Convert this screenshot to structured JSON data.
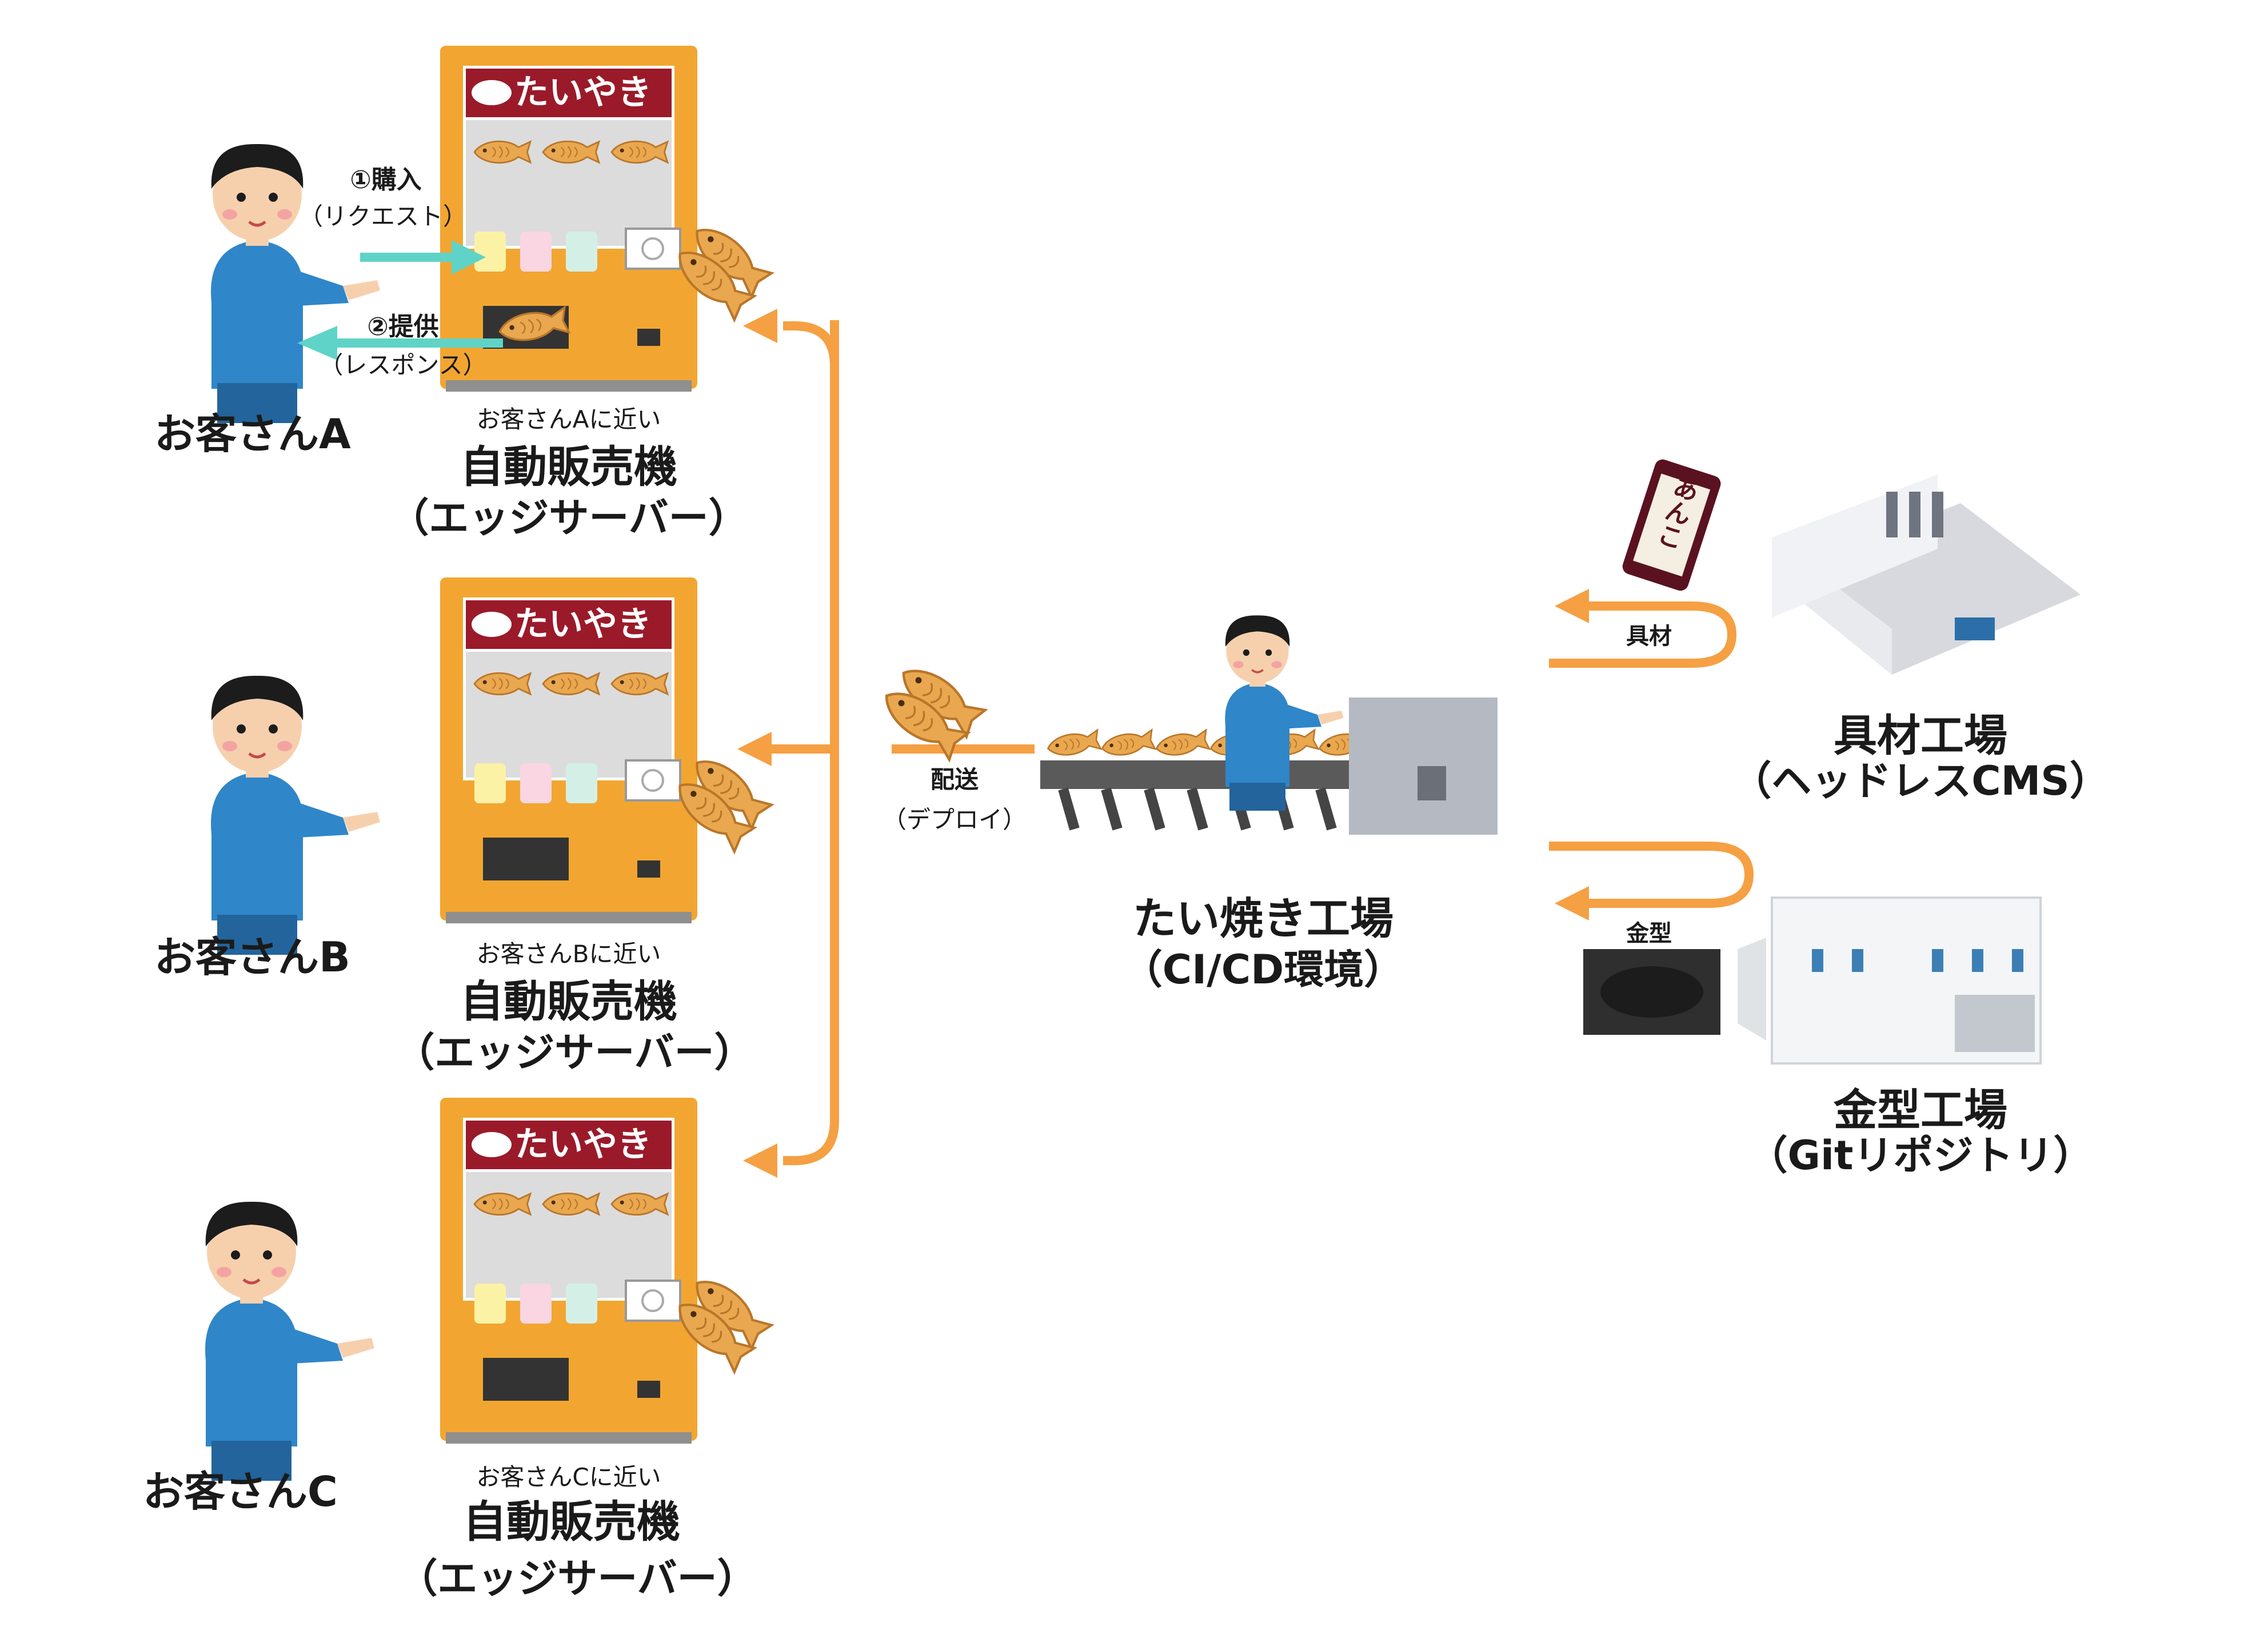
{
  "customers": [
    {
      "name": "お客さんA"
    },
    {
      "name": "お客さんB"
    },
    {
      "name": "お客さんC"
    }
  ],
  "vending_machines": [
    {
      "sign": "たいやき",
      "near_label": "お客さんAに近い",
      "title": "自動販売機",
      "subtitle": "（エッジサーバー）"
    },
    {
      "sign": "たいやき",
      "near_label": "お客さんBに近い",
      "title": "自動販売機",
      "subtitle": "（エッジサーバー）"
    },
    {
      "sign": "たいやき",
      "near_label": "お客さんCに近い",
      "title": "自動販売機",
      "subtitle": "（エッジサーバー）"
    }
  ],
  "flows": {
    "purchase": {
      "label": "①購入",
      "sub": "（リクエスト）"
    },
    "provide": {
      "label": "②提供",
      "sub": "（レスポンス）"
    },
    "deploy": {
      "label": "配送",
      "sub": "（デプロイ）"
    },
    "ingredients": {
      "label": "具材"
    },
    "mold": {
      "label": "金型"
    }
  },
  "factory": {
    "title": "たい焼き工場",
    "subtitle": "（CI/CD環境）"
  },
  "ingredients_factory": {
    "title": "具材工場",
    "subtitle": "（ヘッドレスCMS）",
    "package_text": "あんこ"
  },
  "mold_factory": {
    "title": "金型工場",
    "subtitle": "（Gitリポジトリ）"
  },
  "colors": {
    "arrow_orange": "#f5a043",
    "arrow_teal": "#5fd3c7",
    "machine_orange": "#f2a631",
    "sign_red": "#9a1a2a",
    "shirt_blue": "#2f86c9",
    "taiyaki": "#e9a84f"
  }
}
